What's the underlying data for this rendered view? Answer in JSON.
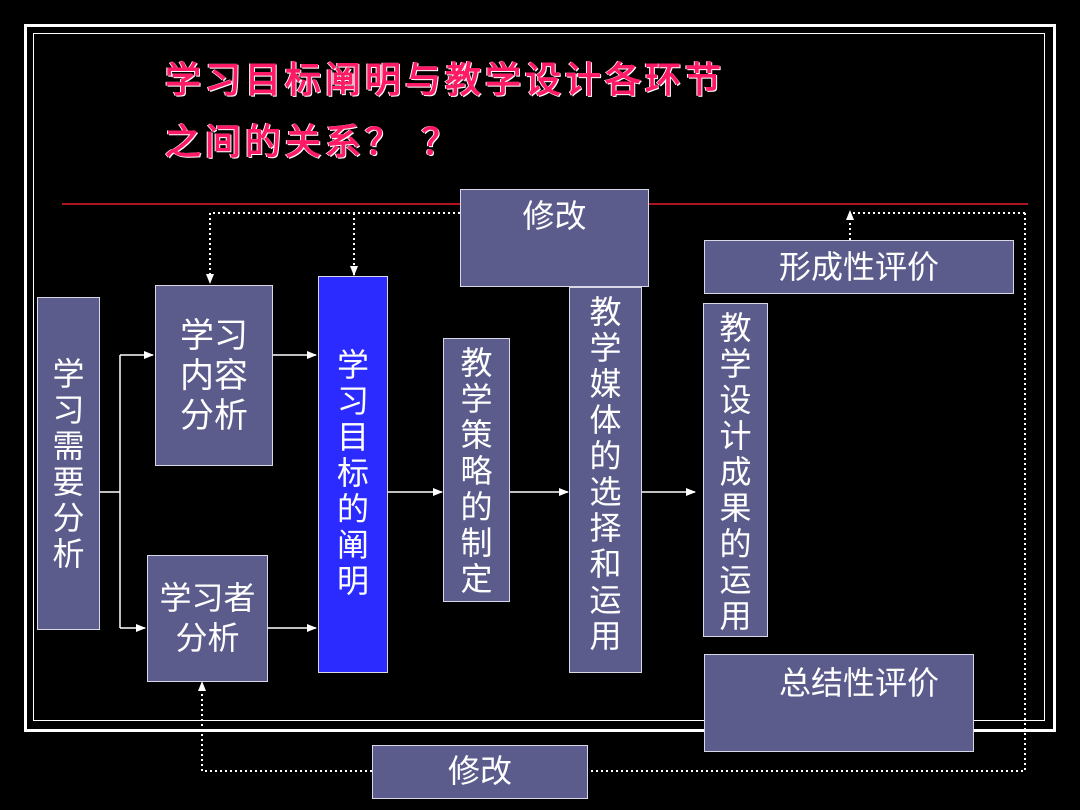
{
  "title": {
    "line1": "学习目标阐明与教学设计各环节",
    "line2": "之间的关系？ ？"
  },
  "boxes": {
    "needs_analysis": "学习需要分析",
    "content_analysis": "学习\n内容\n分析",
    "learner_analysis": "学习者\n分析",
    "objectives": "学习目标的阐明",
    "strategy": "教学策略的制定",
    "media": "教学媒体的选择和运用",
    "outcome": "教学设计成果的运用",
    "formative": "形成性评价",
    "summative": "总结性评价",
    "revise_top": "修改",
    "revise_bottom": "修改"
  },
  "colors": {
    "title": "#ff1a66",
    "box_fill": "#5c5c8c",
    "objectives_fill": "#2b2bff",
    "rule": "#b0141e",
    "background": "#000000"
  }
}
